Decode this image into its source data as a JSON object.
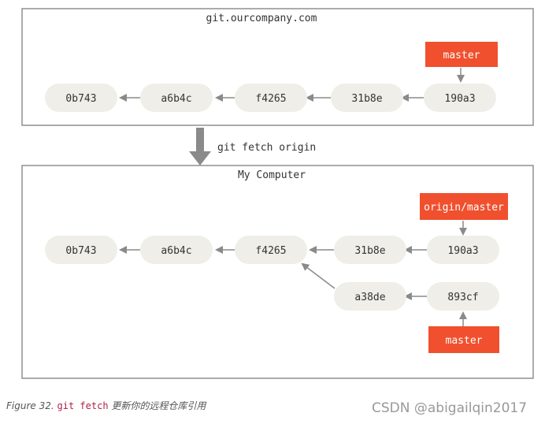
{
  "remote": {
    "title": "git.ourcompany.com",
    "commits": [
      "0b743",
      "a6b4c",
      "f4265",
      "31b8e",
      "190a3"
    ],
    "ref": "master"
  },
  "transition": {
    "command": "git fetch origin"
  },
  "local": {
    "title": "My Computer",
    "main_commits": [
      "0b743",
      "a6b4c",
      "f4265",
      "31b8e",
      "190a3"
    ],
    "branch_commits": [
      "a38de",
      "893cf"
    ],
    "remote_ref": "origin/master",
    "local_ref": "master"
  },
  "caption": {
    "prefix": "Figure 32.",
    "code": "git fetch",
    "suffix": "更新你的远程仓库引用"
  },
  "watermark": "CSDN @abigailqin2017",
  "colors": {
    "commit_fill": "#efeee8",
    "ref_fill": "#f0502e",
    "arrow": "#999999",
    "border": "#888888"
  }
}
